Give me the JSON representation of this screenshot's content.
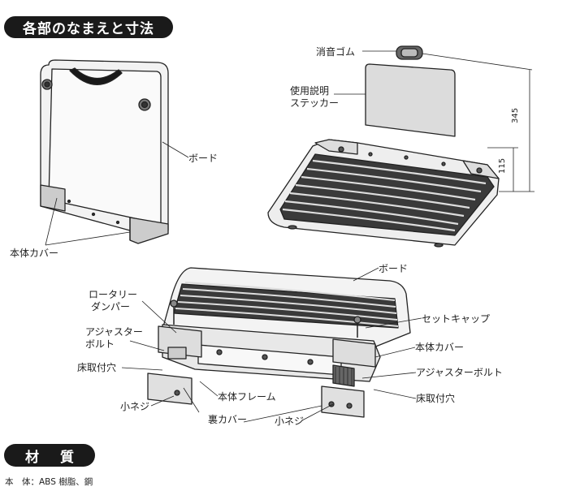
{
  "sections": {
    "parts_title": "各部のなまえと寸法",
    "material_title": "材質"
  },
  "labels": {
    "board_top": "ボード",
    "cover_top": "本体カバー",
    "rubber": "消音ゴム",
    "sticker_1": "使用説明",
    "sticker_2": "ステッカー",
    "dim_345": "345",
    "dim_115": "115",
    "board_bottom": "ボード",
    "rotary_1": "ロータリー",
    "rotary_2": "ダンパー",
    "bolt_left_1": "アジャスター",
    "bolt_left_2": "ボルト",
    "set_cap": "セットキャップ",
    "cover_bottom": "本体カバー",
    "hole_left": "床取付穴",
    "bolt_right": "アジャスターボルト",
    "frame": "本体フレーム",
    "hole_right": "床取付穴",
    "screw_left": "小ネジ",
    "back_cover": "裏カバー",
    "screw_right": "小ネジ"
  },
  "material": {
    "spec": "本　体：ABS 樹脂、鋼"
  }
}
